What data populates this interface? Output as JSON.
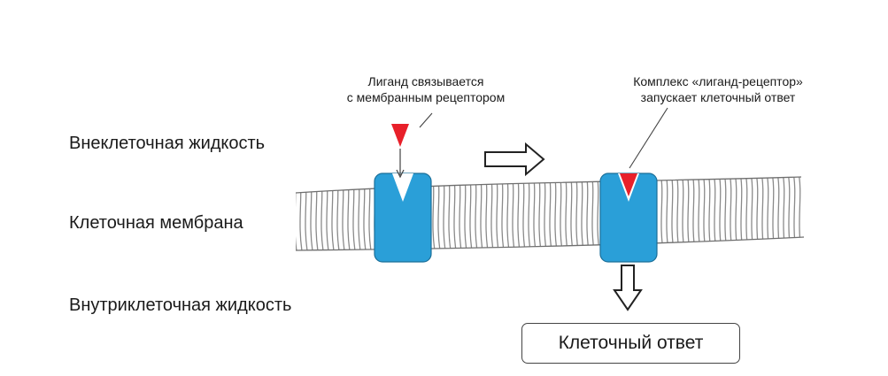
{
  "regions": {
    "extracellular": "Внеклеточная жидкость",
    "membrane": "Клеточная мембрана",
    "intracellular": "Внутриклеточная жидкость"
  },
  "annotations": {
    "binding_line1": "Лиганд связывается",
    "binding_line2": "с мембранным рецептором",
    "complex_line1": "Комплекс «лиганд-рецептор»",
    "complex_line2": "запускает клеточный ответ"
  },
  "response_label": "Клеточный ответ",
  "colors": {
    "receptor": "#2a9fd8",
    "ligand": "#e8202a",
    "membrane_line": "#8a8a8a"
  }
}
